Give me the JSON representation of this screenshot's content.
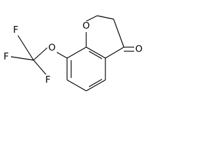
{
  "structure": {
    "type": "chemical-structure",
    "atom_labels": {
      "ring_oxygen": "O",
      "ketone_oxygen": "O",
      "ether_oxygen": "O",
      "fluorine_top": "F",
      "fluorine_left": "F",
      "fluorine_bottom": "F"
    },
    "colors": {
      "line": "#000000",
      "text": "#000000",
      "background": "#ffffff"
    }
  }
}
